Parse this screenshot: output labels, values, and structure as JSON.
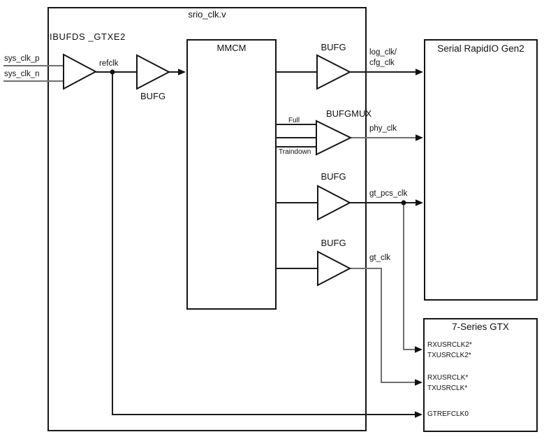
{
  "figure": {
    "title": "srio_clk.v",
    "blocks": {
      "mmcm": "MMCM",
      "serial_rapidio": "Serial RapidIO Gen2",
      "gtx": "7-Series GTX"
    },
    "primitives": {
      "ibufds": "IBUFDS _GTXE2",
      "bufg_input": "BUFG",
      "bufg_log": "BUFG",
      "bufgmux": "BUFGMUX",
      "bufg_pcs": "BUFG",
      "bufg_gt": "BUFG"
    },
    "inputs": {
      "sys_clk_p": "sys_clk_p",
      "sys_clk_n": "sys_clk_n"
    },
    "nets": {
      "refclk": "refclk",
      "log_clk_line1": "log_clk/",
      "log_clk_line2": "cfg_clk",
      "phy_clk": "phy_clk",
      "gt_pcs_clk": "gt_pcs_clk",
      "gt_clk": "gt_clk"
    },
    "mux_inputs": {
      "full": "Full",
      "traindown": "Traindown"
    },
    "gtx_ports": {
      "rxusrclk2": "RXUSRCLK2*",
      "txusrclk2": "TXUSRCLK2*",
      "rxusrclk": "RXUSRCLK*",
      "txusrclk": "TXUSRCLK*",
      "gtrefclk0": "GTREFCLK0"
    },
    "colors": {
      "line": "#151515",
      "wire_gray": "#6f6f6f",
      "background": "#ffffff"
    }
  }
}
